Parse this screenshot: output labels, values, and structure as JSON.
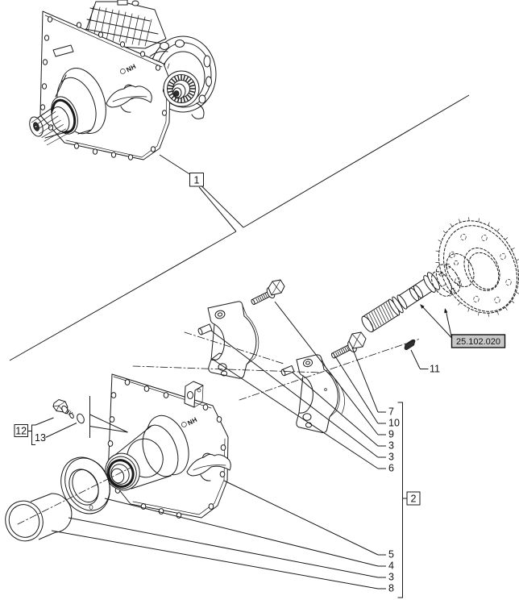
{
  "colors": {
    "line": "#1a1a1a",
    "ref_box_bg": "#c8c8c8",
    "paper": "#ffffff"
  },
  "brand": {
    "logo": "NH"
  },
  "callouts": {
    "assembled_unit": "1",
    "exploded_group": "2",
    "drain_plug_group": "12",
    "o_ring": "13",
    "roll_pin": "11",
    "ref_section": "25.102.020",
    "upper_column": [
      "7",
      "10",
      "9",
      "3",
      "3",
      "6"
    ],
    "lower_column": [
      "5",
      "4",
      "3",
      "8"
    ]
  }
}
